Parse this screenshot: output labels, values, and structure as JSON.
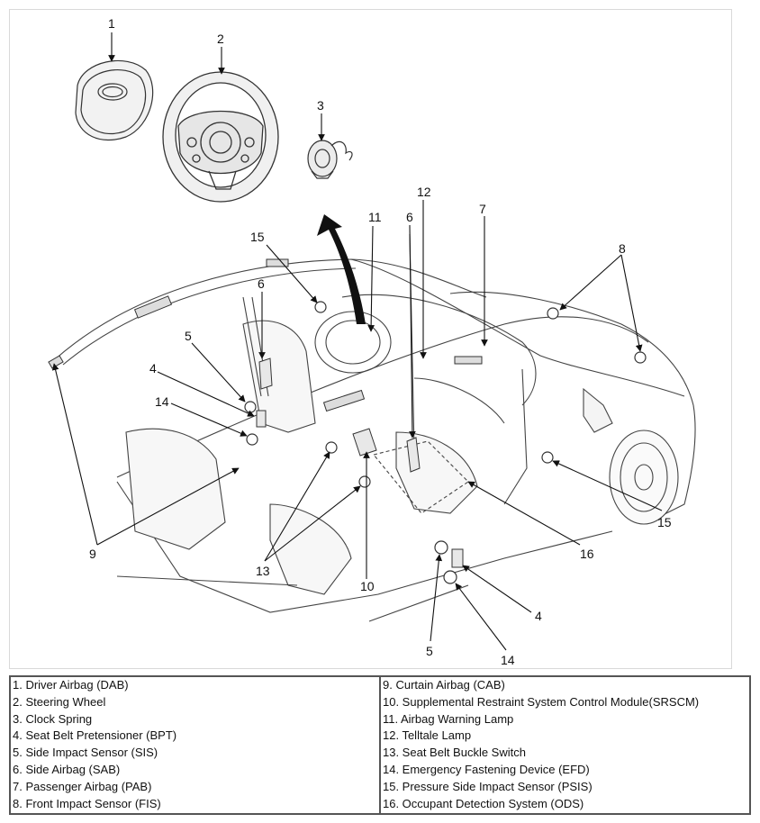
{
  "callouts": [
    "1",
    "2",
    "3",
    "4",
    "5",
    "6",
    "7",
    "8",
    "9",
    "10",
    "11",
    "12",
    "13",
    "14",
    "15",
    "16"
  ],
  "legend": {
    "left": [
      "1. Driver Airbag (DAB)",
      "2. Steering Wheel",
      "3. Clock Spring",
      "4. Seat Belt Pretensioner (BPT)",
      "5. Side Impact Sensor (SIS)",
      "6. Side Airbag (SAB)",
      "7. Passenger Airbag (PAB)",
      "8. Front Impact Sensor (FIS)"
    ],
    "right": [
      "9. Curtain Airbag (CAB)",
      "10. Supplemental Restraint System Control Module(SRSCM)",
      "11. Airbag Warning Lamp",
      "12. Telltale Lamp",
      "13. Seat Belt Buckle Switch",
      "14. Emergency Fastening Device (EFD)",
      "15. Pressure Side Impact Sensor (PSIS)",
      "16. Occupant Detection System (ODS)"
    ]
  }
}
